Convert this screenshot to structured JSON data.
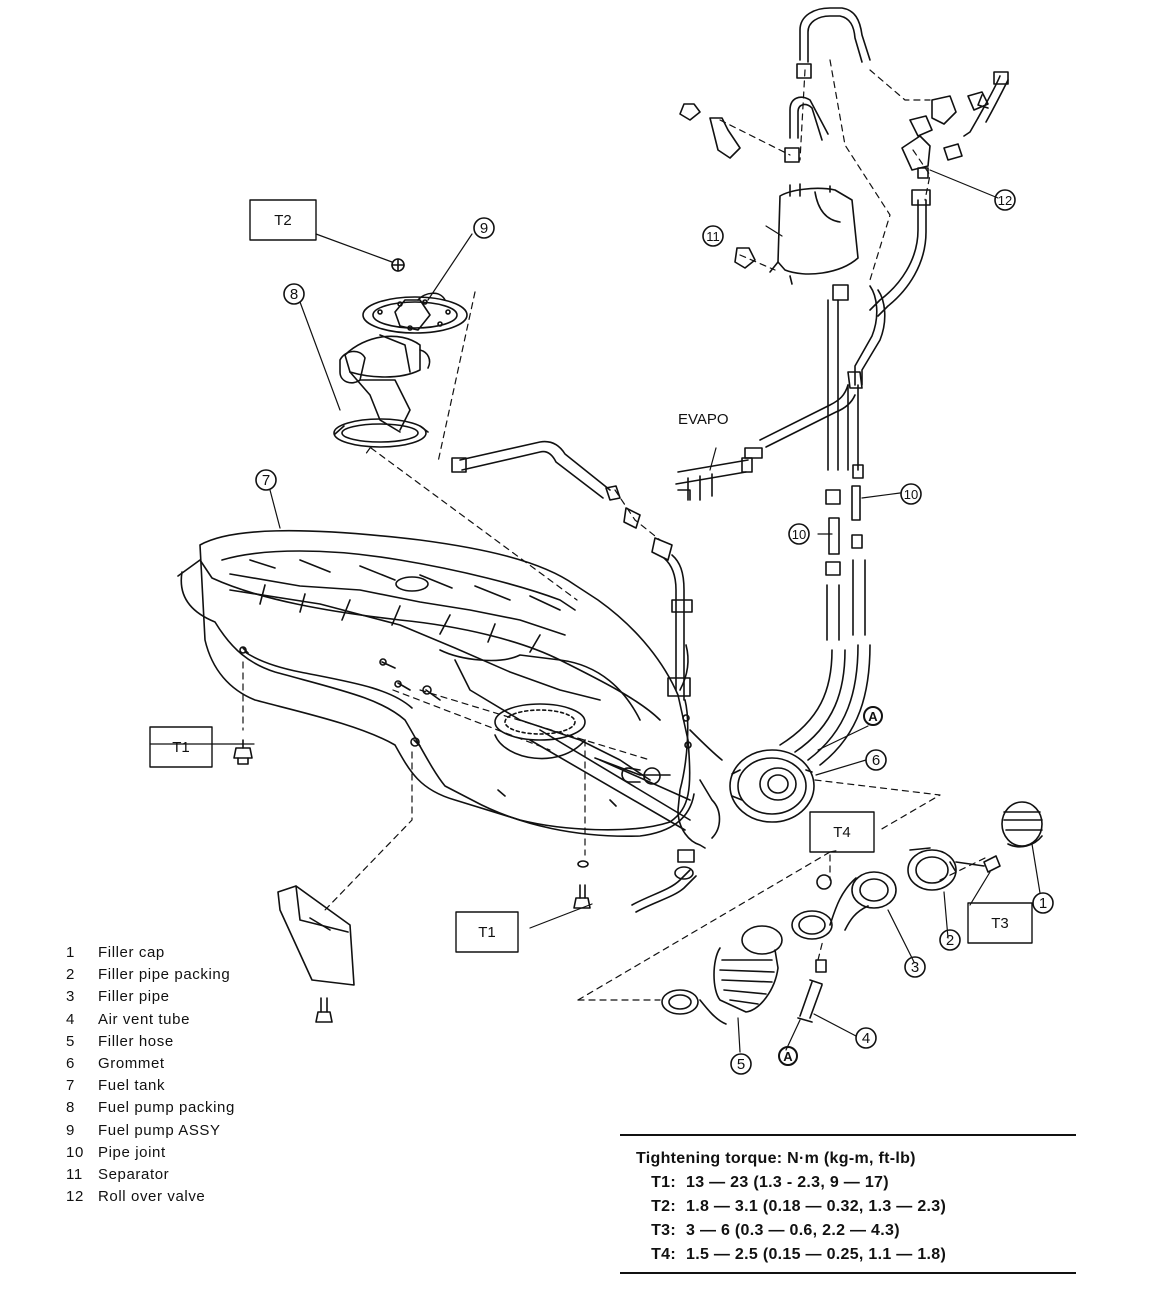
{
  "callouts": {
    "c1": "1",
    "c2": "2",
    "c3": "3",
    "c4": "4",
    "c5": "5",
    "c6": "6",
    "c7": "7",
    "c8": "8",
    "c9": "9",
    "c10a": "10",
    "c10b": "10",
    "c11": "11",
    "c12": "12"
  },
  "boxes": {
    "t2": "T2",
    "t1a": "T1",
    "t1b": "T1",
    "t4": "T4",
    "t3": "T3"
  },
  "markers": {
    "a_top": "A",
    "a_bottom": "A"
  },
  "evapo_label": "EVAPO",
  "parts": [
    {
      "num": "1",
      "name": "Filler cap"
    },
    {
      "num": "2",
      "name": "Filler pipe packing"
    },
    {
      "num": "3",
      "name": "Filler pipe"
    },
    {
      "num": "4",
      "name": "Air vent tube"
    },
    {
      "num": "5",
      "name": "Filler hose"
    },
    {
      "num": "6",
      "name": "Grommet"
    },
    {
      "num": "7",
      "name": "Fuel tank"
    },
    {
      "num": "8",
      "name": "Fuel pump packing"
    },
    {
      "num": "9",
      "name": "Fuel pump ASSY"
    },
    {
      "num": "10",
      "name": "Pipe joint"
    },
    {
      "num": "11",
      "name": "Separator"
    },
    {
      "num": "12",
      "name": "Roll over valve"
    }
  ],
  "torque": {
    "title": "Tightening torque:  N·m (kg-m, ft-lb)",
    "rows": [
      {
        "key": "T1:",
        "value": "13 — 23 (1.3 - 2.3, 9 — 17)"
      },
      {
        "key": "T2:",
        "value": "1.8 — 3.1 (0.18 — 0.32, 1.3 — 2.3)"
      },
      {
        "key": "T3:",
        "value": "3 — 6 (0.3 — 0.6, 2.2 — 4.3)"
      },
      {
        "key": "T4:",
        "value": "1.5 — 2.5 (0.15 — 0.25, 1.1 — 1.8)"
      }
    ]
  }
}
